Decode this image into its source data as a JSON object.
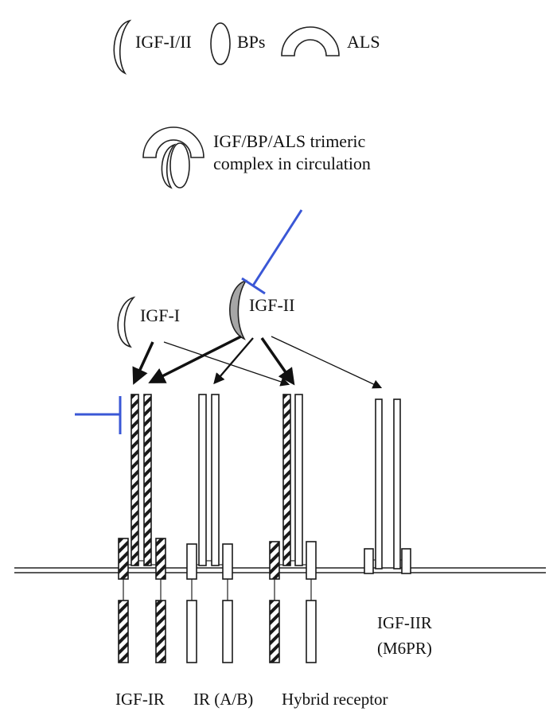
{
  "legend": {
    "igf_label": "IGF-I/II",
    "bp_label": "BPs",
    "als_label": "ALS"
  },
  "complex": {
    "line1": "IGF/BP/ALS trimeric",
    "line2": "complex in circulation"
  },
  "ligands": {
    "igf1": "IGF-I",
    "igf2": "IGF-II"
  },
  "receptors": {
    "igf1r": "IGF-IR",
    "ir": "IR (A/B)",
    "hybrid": "Hybrid receptor",
    "igf2r_line1": "IGF-IIR",
    "igf2r_line2": "(M6PR)"
  },
  "colors": {
    "inhibitor": "#3a57d6",
    "igf2_fill": "#a6a6a6",
    "arrow": "#111111"
  }
}
